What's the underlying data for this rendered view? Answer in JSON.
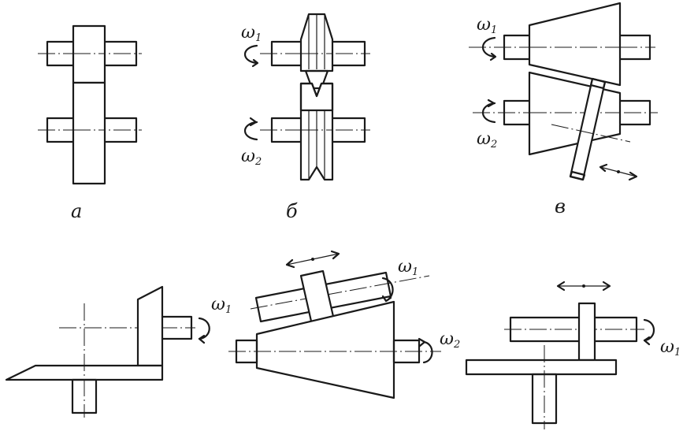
{
  "captions": {
    "a": "а",
    "b": "б",
    "v": "в"
  },
  "symbols": {
    "omega": "ω",
    "sub1": "1",
    "sub2": "2"
  }
}
